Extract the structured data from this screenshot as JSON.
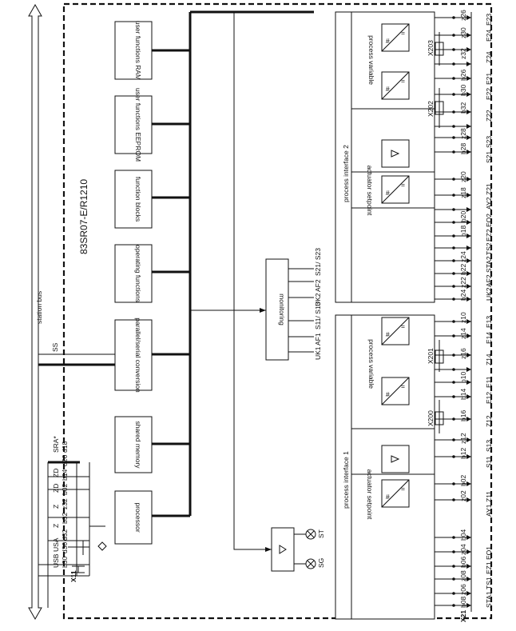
{
  "station_bus": {
    "label": "station bus",
    "ss": "SS"
  },
  "module": {
    "name": "83SR07-E/R1210"
  },
  "blocks": {
    "user_functions_ram": "user functions RAM",
    "user_functions_eeprom": "user functions EEPROM",
    "function_blocks": "function blocks",
    "operating_functions": "operating functions",
    "parallel_serial_conversion": "parallel/serial conversion",
    "shared_memory": "shared memory",
    "processor": "processor",
    "monitoring": "monitoring"
  },
  "monitoring_signals": [
    "UK1",
    "AF1",
    "S11/ S13",
    "UK2",
    "AF2",
    "S21/ S23"
  ],
  "lamps": {
    "st": "ST",
    "sg": "SG"
  },
  "connector_x11": {
    "label": "X11",
    "signals": [
      "USB",
      "USA",
      "Z",
      "Z",
      "ZD",
      "ZD",
      "SRA*"
    ],
    "pins": [
      "b30",
      "d30",
      "d32",
      "b32",
      "z32",
      "b02",
      "b14",
      "d26",
      "d18"
    ]
  },
  "process_interface_1": {
    "title": "process interface 1",
    "actuator_label": "actuator setpoint",
    "process_variable_label": "process variable",
    "x_labels": [
      "X200",
      "X201"
    ],
    "pins": [
      "b08",
      "z06",
      "z08",
      "b06",
      "z04",
      "b04",
      "z02",
      "b02",
      "z12",
      "b12",
      "b16",
      "z16",
      "b14",
      "b10",
      "z10",
      "z14"
    ],
    "signals": [
      "STA1",
      "TS1",
      "EZ1",
      "EO1",
      "AY1",
      "Z11",
      "S11",
      "S13",
      "Z12",
      "E12",
      "E11",
      "Z14",
      "E14",
      "E13"
    ]
  },
  "process_interface_2": {
    "title": "process interface 2",
    "actuator_label": "actuator setpoint",
    "process_variable_label": "process variable",
    "x_labels": [
      "X202",
      "X203"
    ],
    "pins": [
      "b24",
      "z22",
      "b22",
      "z24",
      "z26",
      "b18",
      "b20",
      "z18",
      "z20",
      "b28",
      "z28",
      "b32",
      "b30",
      "b26",
      "z30",
      "z32",
      "z26"
    ],
    "signals": [
      "UK2",
      "AF2",
      "STA2",
      "TS2",
      "EZ2",
      "EO2",
      "AY2",
      "Z21",
      "S21",
      "S23",
      "Z22",
      "E22",
      "E21",
      "Z24",
      "E24",
      "E23"
    ]
  },
  "connector_x21": {
    "label": "X21"
  }
}
